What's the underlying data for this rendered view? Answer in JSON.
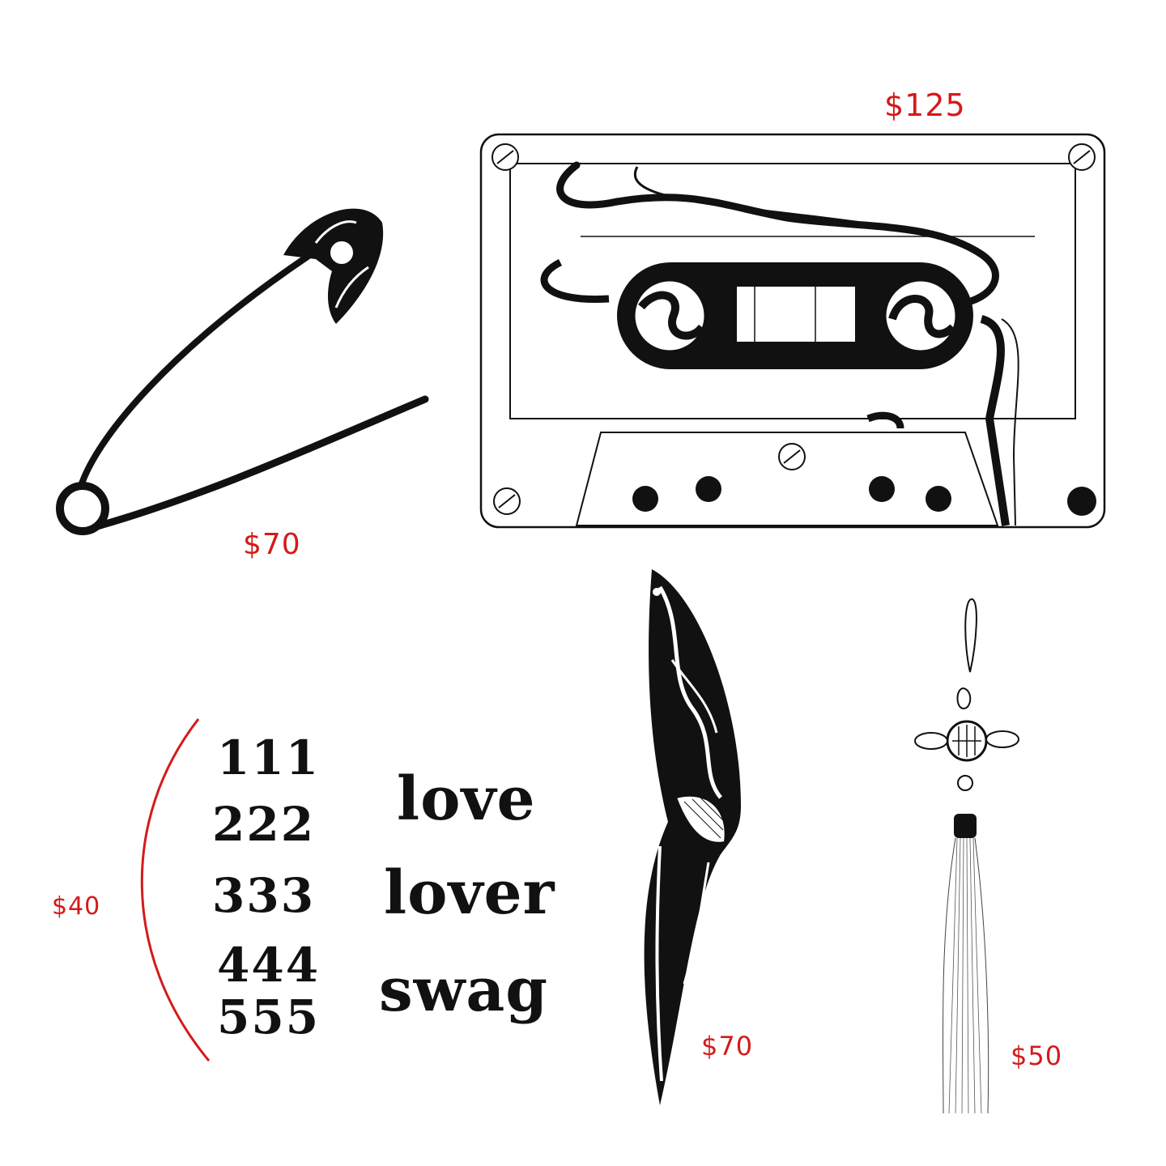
{
  "prices": {
    "safety_pin": "$70",
    "cassette": "$125",
    "flash_text": "$40",
    "knife": "$70",
    "tassel": "$50"
  },
  "flash_text": {
    "numbers": [
      "111",
      "222",
      "333",
      "444",
      "555"
    ],
    "words": [
      "love",
      "lover",
      "swag"
    ]
  },
  "colors": {
    "price": "#d41a1a",
    "ink": "#111111"
  }
}
